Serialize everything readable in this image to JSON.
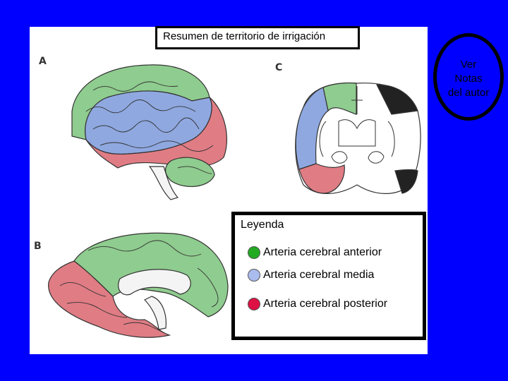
{
  "title": "Resumen de territorio de irrigación",
  "panels": {
    "a": "A",
    "b": "B",
    "c": "C"
  },
  "legend": {
    "title": "Leyenda",
    "items": [
      {
        "label": "Arteria cerebral anterior",
        "color": "#22aa22"
      },
      {
        "label": "Arteria cerebral media",
        "color": "#aabbee"
      },
      {
        "label": "Arteria cerebral posterior",
        "color": "#dd1144"
      }
    ]
  },
  "notes_button": {
    "label": "Ver\nNotas\ndel autor"
  },
  "colors": {
    "background": "#0000ff",
    "anterior_fill": "#8fcc8f",
    "media_fill": "#8fa8e0",
    "posterior_fill": "#e07c84"
  }
}
